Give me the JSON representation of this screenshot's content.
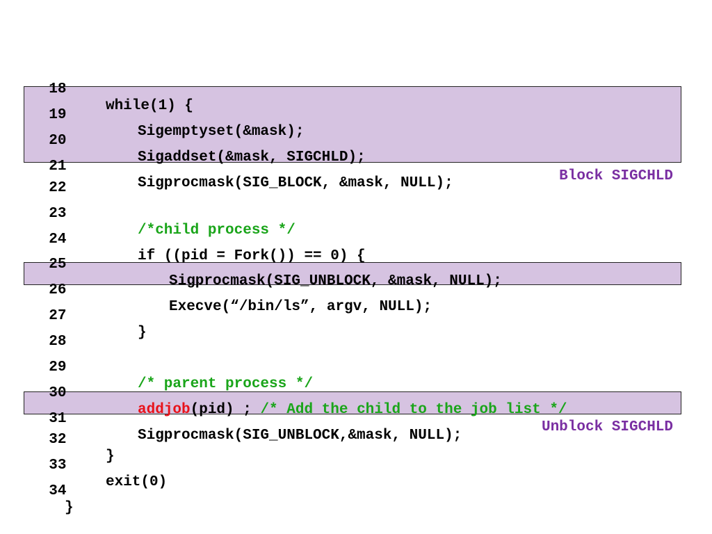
{
  "lines": [
    {
      "num": "18",
      "code": "while(1) {"
    },
    {
      "num": "19",
      "code": "Sigemptyset(&mask);"
    },
    {
      "num": "20",
      "code": "Sigaddset(&mask, SIGCHLD);"
    },
    {
      "num": "21",
      "code": "Sigprocmask(SIG_BLOCK, &mask, NULL);"
    },
    {
      "num": "22",
      "code": ""
    },
    {
      "num": "23",
      "code": "/*child process */"
    },
    {
      "num": "24",
      "code": "if ((pid = Fork()) == 0) {"
    },
    {
      "num": "25",
      "code": "Sigprocmask(SIG_UNBLOCK, &mask, NULL);"
    },
    {
      "num": "26",
      "code": "Execve(“/bin/ls”, argv, NULL);"
    },
    {
      "num": "27",
      "code": "}"
    },
    {
      "num": "28",
      "code": ""
    },
    {
      "num": "29",
      "code": "/* parent process */"
    },
    {
      "num": "30",
      "code_pre": "addjob",
      "code_mid": "(pid) ; ",
      "code_post": "/* Add the child to the job list */"
    },
    {
      "num": "31",
      "code": "Sigprocmask(SIG_UNBLOCK,&mask, NULL);"
    },
    {
      "num": "32",
      "code": "}"
    },
    {
      "num": "33",
      "code": "exit(0)"
    },
    {
      "num": "34",
      "code": "}"
    }
  ],
  "annotations": {
    "block": "Block SIGCHLD",
    "unblock": "Unblock SIGCHLD"
  },
  "colors": {
    "highlight": "#d6c3e1",
    "comment": "#1aa51a",
    "function_call": "#e8121a",
    "annotation": "#7a2fa2"
  }
}
